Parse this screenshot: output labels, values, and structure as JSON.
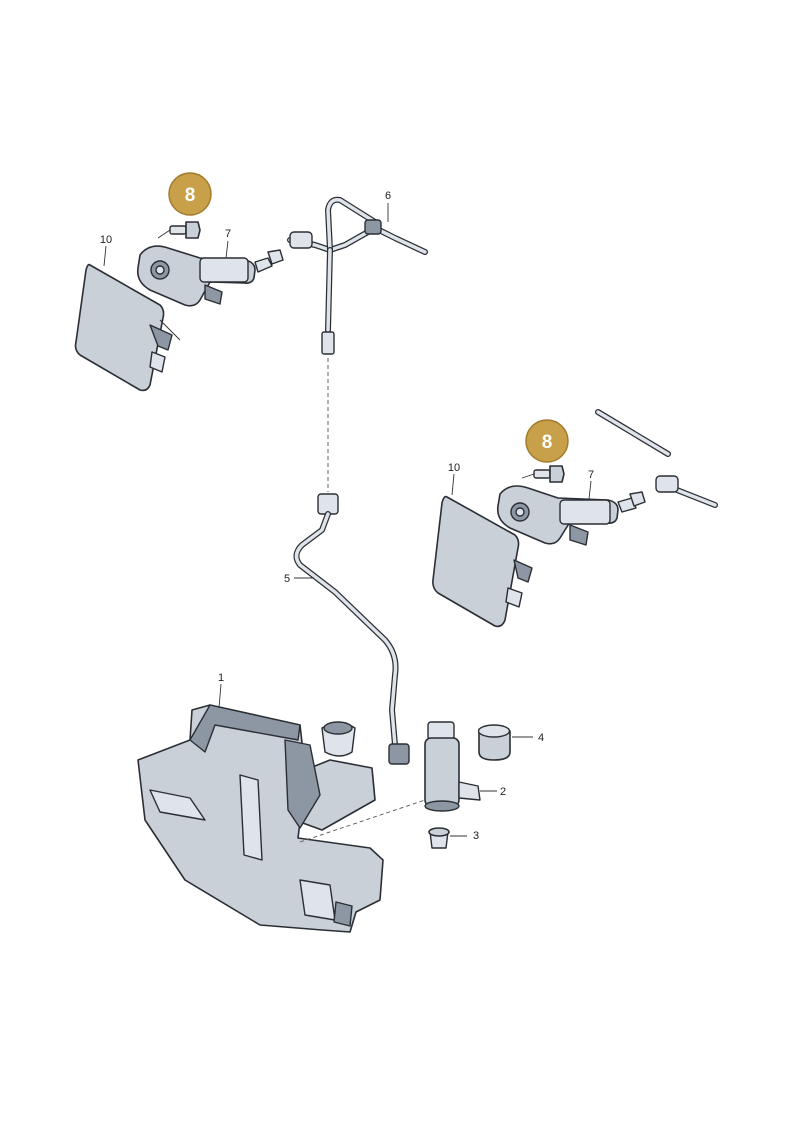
{
  "callouts": {
    "c1": "1",
    "c2": "2",
    "c3": "3",
    "c4": "4",
    "c5": "5",
    "c6": "6",
    "c7a": "7",
    "c7b": "7",
    "c10a": "10",
    "c10b": "10"
  },
  "badges": {
    "b8a": "8",
    "b8b": "8"
  },
  "colors": {
    "badge_fill": "#c9a04a",
    "badge_stroke": "#a27c2c",
    "part_fill": "#c9d0d8",
    "outline": "#2b2f35"
  }
}
